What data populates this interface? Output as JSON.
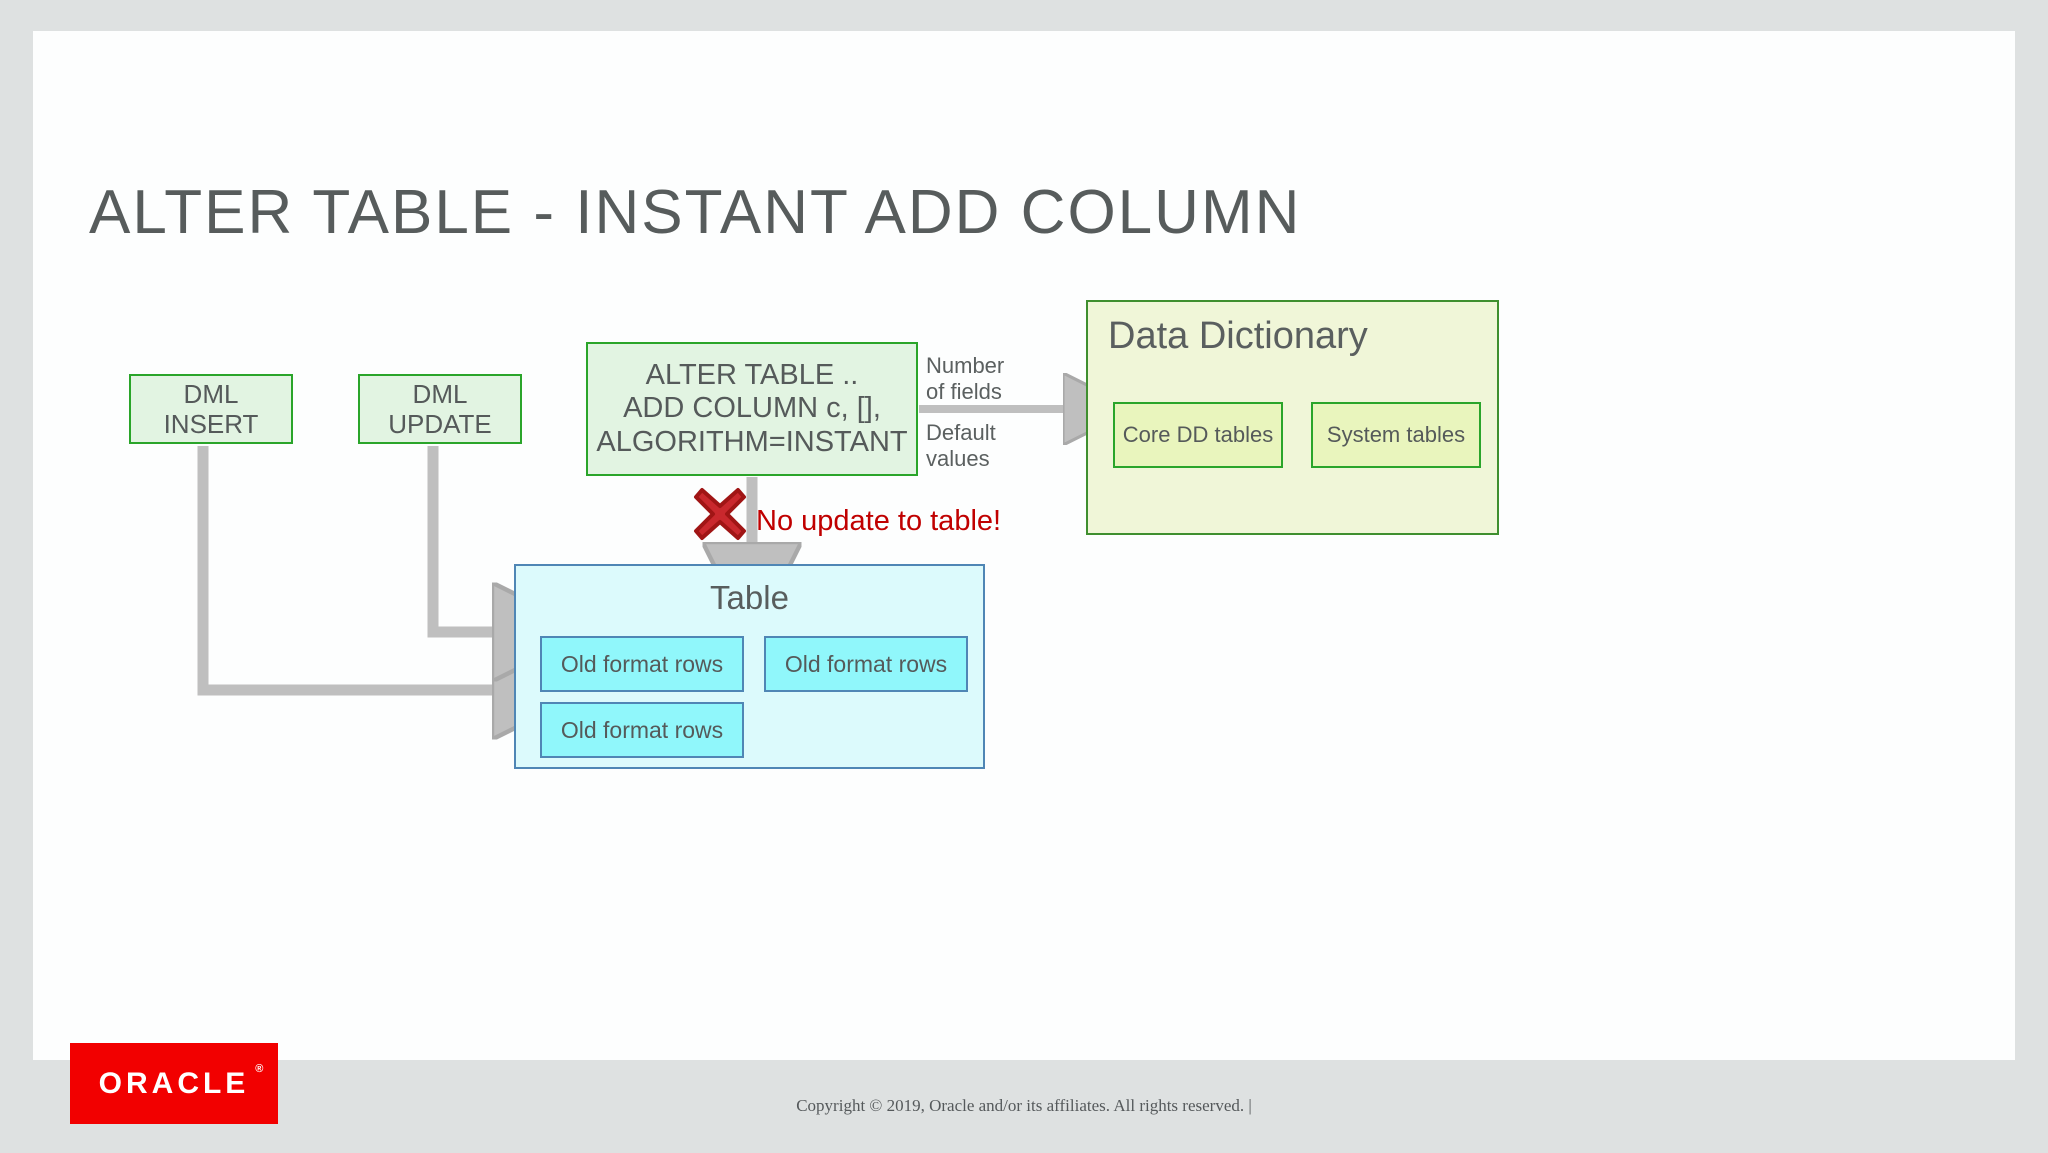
{
  "slide": {
    "title": "ALTER TABLE - INSTANT ADD COLUMN",
    "background_color": "#fdfefe",
    "outer_background_color": "#dee1e1"
  },
  "diagram": {
    "dml_insert": {
      "line1": "DML",
      "line2": "INSERT",
      "fill": "#e2f4e2",
      "border": "#2aa52a"
    },
    "dml_update": {
      "line1": "DML",
      "line2": "UPDATE",
      "fill": "#e2f4e2",
      "border": "#2aa52a"
    },
    "alter_statement": {
      "line1": "ALTER TABLE ..",
      "line2": "ADD COLUMN c, [],",
      "line3": "ALGORITHM=INSTANT",
      "fill": "#e2f4e2",
      "border": "#2aa52a"
    },
    "connector_labels": {
      "number_of_fields": "Number\nof fields",
      "default_values": "Default\nvalues"
    },
    "data_dictionary": {
      "title": "Data Dictionary",
      "fill": "#f0f6d8",
      "border": "#3f8f2f",
      "inner_boxes": [
        {
          "label": "Core DD tables",
          "fill": "#e9f5bd",
          "border": "#2aa52a"
        },
        {
          "label": "System tables",
          "fill": "#e9f5bd",
          "border": "#2aa52a"
        }
      ]
    },
    "no_update_note": {
      "text": "No update to table!",
      "color": "#c00000",
      "icon": "red-x-mark"
    },
    "table": {
      "title": "Table",
      "fill": "#dcfafc",
      "border": "#4f86b5",
      "rows": [
        {
          "label": "Old format rows",
          "fill": "#90f7fb",
          "border": "#4f86b5"
        },
        {
          "label": "Old format rows",
          "fill": "#90f7fb",
          "border": "#4f86b5"
        },
        {
          "label": "Old format rows",
          "fill": "#90f7fb",
          "border": "#4f86b5"
        }
      ]
    },
    "arrow_color": "#bfbfbf"
  },
  "footer": {
    "logo_text": "ORACLE",
    "logo_registered": "®",
    "logo_color": "#f20000",
    "copyright": "Copyright © 2019, Oracle and/or its affiliates. All rights reserved.  |"
  }
}
